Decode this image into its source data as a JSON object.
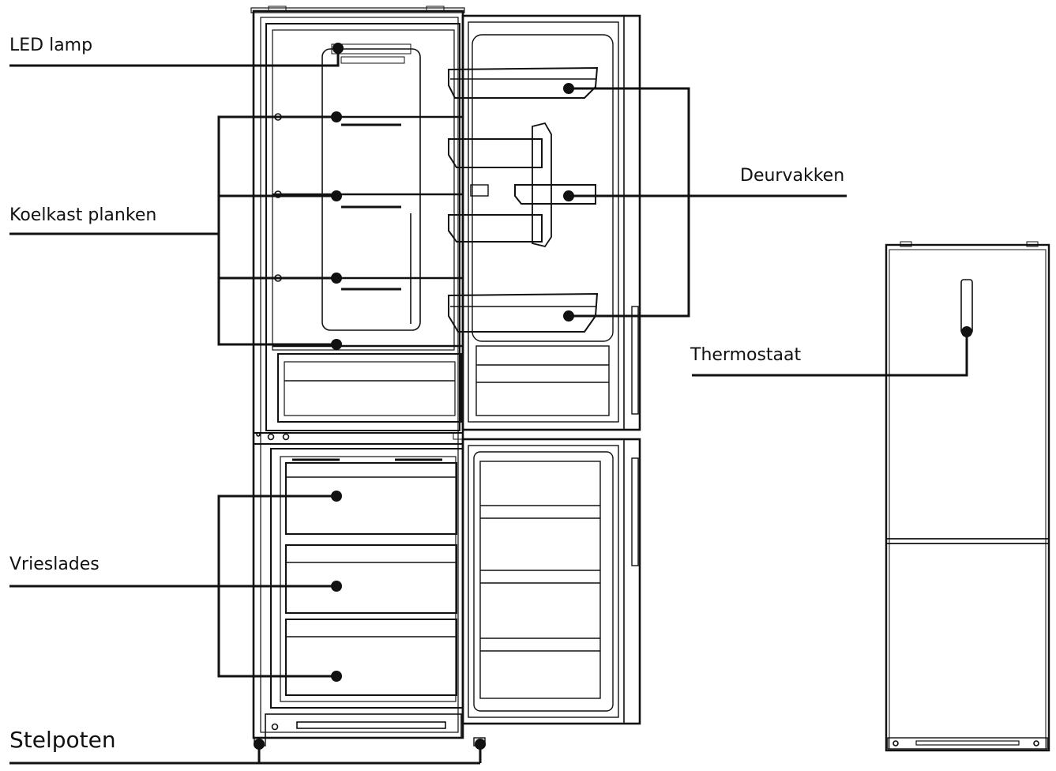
{
  "labels": {
    "led_lamp": "LED lamp",
    "koelkast_planken": "Koelkast planken",
    "vrieslades": "Vrieslades",
    "stelpoten": "Stelpoten",
    "deurvakken": "Deurvakken",
    "thermostaat": "Thermostaat"
  },
  "colors": {
    "line": "#111111",
    "background": "#ffffff"
  }
}
